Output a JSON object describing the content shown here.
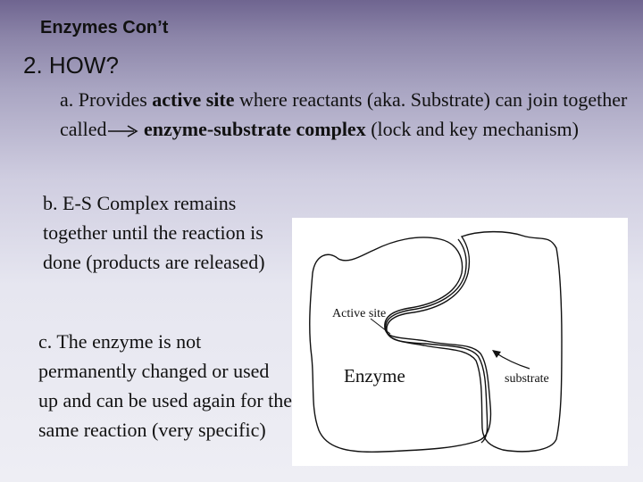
{
  "slide": {
    "title": "Enzymes Con’t",
    "heading": "2. HOW?"
  },
  "paragraphs": {
    "a": {
      "prefix": "a. Provides ",
      "bold1": "active site",
      "middle": " where reactants (aka. Substrate) can join together called",
      "bold2": " enzyme-substrate complex",
      "suffix": " (lock and key mechanism)"
    },
    "b": "b. E-S Complex remains together until the reaction is done (products are released)",
    "c": "c. The enzyme is not permanently changed or used up and can be used again for the same reaction (very specific)"
  },
  "diagram": {
    "active_site_label": "Active site",
    "enzyme_label": "Enzyme",
    "substrate_label": "substrate"
  }
}
